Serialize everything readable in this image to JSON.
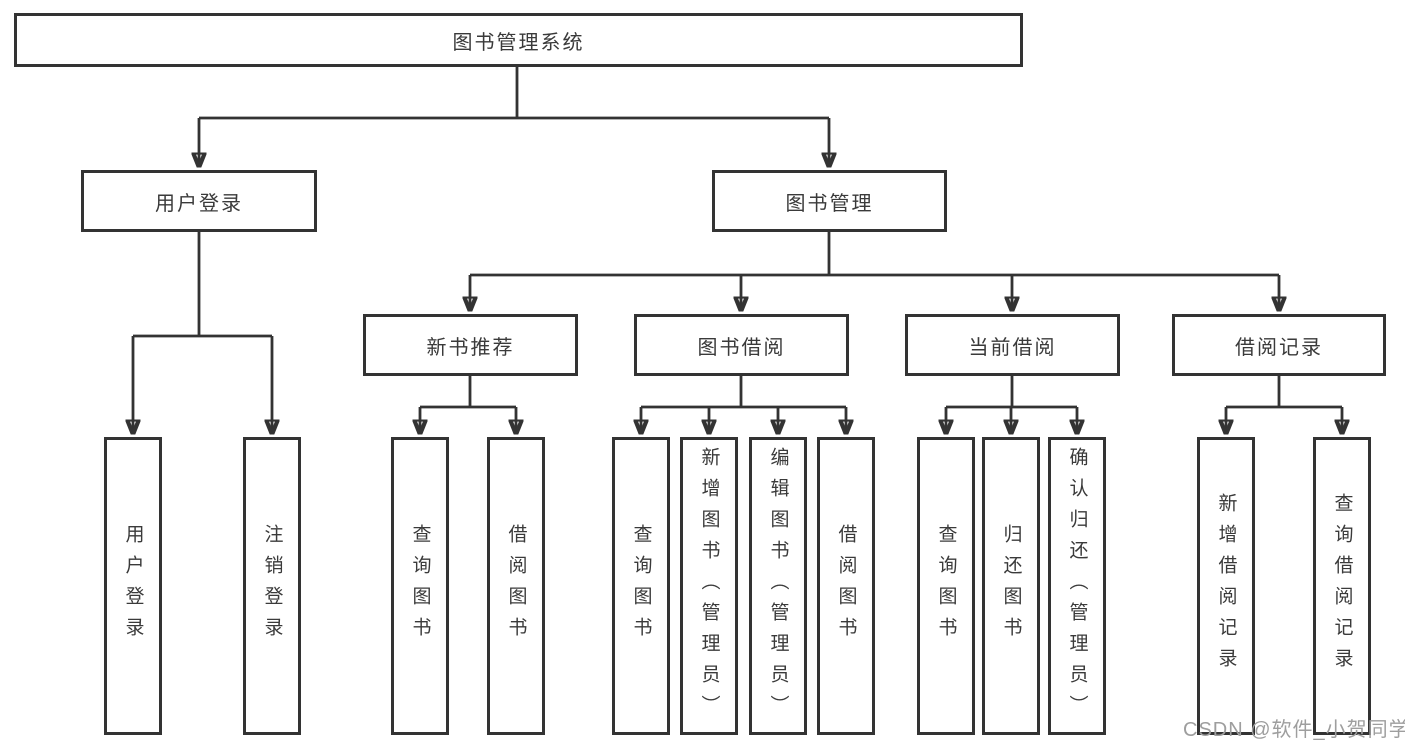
{
  "root": {
    "label": "图书管理系统"
  },
  "level2": {
    "user_login": {
      "label": "用户登录"
    },
    "book_mgmt": {
      "label": "图书管理"
    }
  },
  "level3": {
    "new_book": {
      "label": "新书推荐"
    },
    "book_borrow": {
      "label": "图书借阅"
    },
    "current_borrow": {
      "label": "当前借阅"
    },
    "borrow_record": {
      "label": "借阅记录"
    }
  },
  "leaves": {
    "user_login": [
      "用户登录",
      "注销登录"
    ],
    "new_book": [
      "查询图书",
      "借阅图书"
    ],
    "book_borrow": [
      "查询图书",
      "新增图书（管理员）",
      "编辑图书（管理员）",
      "借阅图书"
    ],
    "current_borrow": [
      "查询图书",
      "归还图书",
      "确认归还（管理员）"
    ],
    "borrow_record": [
      "新增借阅记录",
      "查询借阅记录"
    ]
  },
  "watermark": {
    "text": "CSDN @软件_小贺同学"
  },
  "colors": {
    "line": "#333333",
    "box_border": "#333333",
    "box_fill": "#ffffff",
    "text": "#3a3a3a",
    "watermark": "#9e9e9e"
  }
}
